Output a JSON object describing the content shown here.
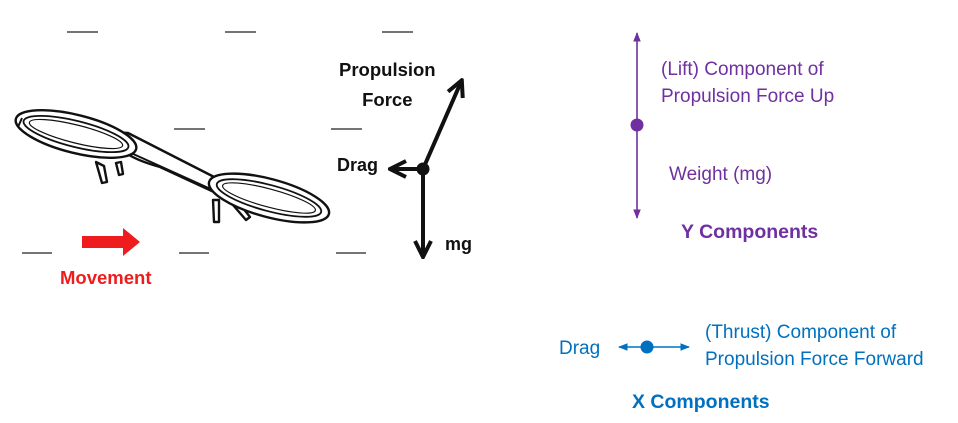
{
  "left_diagram": {
    "propulsion_label_line1": "Propulsion",
    "propulsion_label_line2": "Force",
    "drag_label": "Drag",
    "weight_label": "mg",
    "movement_label": "Movement"
  },
  "y_components": {
    "lift_line1": "(Lift) Component of",
    "lift_line2": "Propulsion Force Up",
    "weight_label": "Weight (mg)",
    "title": "Y Components"
  },
  "x_components": {
    "drag_label": "Drag",
    "thrust_line1": "(Thrust) Component of",
    "thrust_line2": "Propulsion Force Forward",
    "title": "X Components"
  },
  "colors": {
    "force_black": "#111111",
    "y_purple": "#7030a0",
    "x_blue": "#0070c0",
    "movement_red": "#ee1c1c"
  },
  "icons": [
    "drone-icon",
    "movement-arrow-icon"
  ]
}
